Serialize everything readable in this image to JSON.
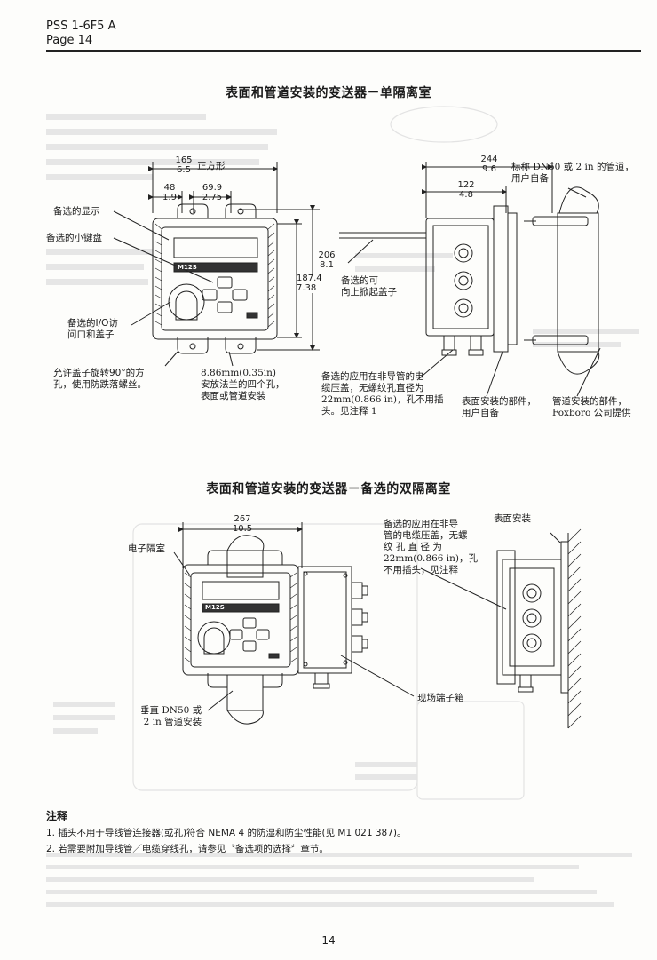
{
  "header": {
    "doc_id": "PSS 1-6F5 A",
    "page_label": "Page 14"
  },
  "section1": {
    "title": "表面和管道安装的变送器－单隔离室",
    "dims": {
      "d165": "165",
      "d6_5": "6.5",
      "square": "正方形",
      "d48": "48",
      "d1_9": "1.9",
      "d69_9": "69.9",
      "d2_75": "2.75",
      "d206": "206",
      "d8_1": "8.1",
      "d187_4": "187.4",
      "d7_38": "7.38",
      "d244": "244",
      "d9_6": "9.6",
      "d122": "122",
      "d4_8": "4.8"
    },
    "labels": {
      "display": "备选的显示",
      "keypad": "备选的小键盘",
      "io": "备选的I/O访\n问口和盖子",
      "rotate": "允许盖子旋转90°的方\n孔，使用防跌落螺丝。",
      "holes": "8.86mm(0.35in)\n安放法兰的四个孔，\n表面或管道安装",
      "lift": "备选的可\n向上掀起盖子",
      "gland": "备选的应用在非导管的电\n缆压盖，无螺纹孔直径为\n22mm(0.866 in)，孔不用插\n头。见注释 1",
      "pipe": "标称 DN50 或 2 in 的管道，\n用户自备",
      "surface_parts": "表面安装的部件，\n用户自备",
      "pipe_parts": "管道安装的部件，\nFoxboro 公司提供",
      "model": "M12S"
    }
  },
  "section2": {
    "title": "表面和管道安装的变送器－备选的双隔离室",
    "dims": {
      "d267": "267",
      "d10_5": "10.5"
    },
    "labels": {
      "electronics": "电子隔室",
      "vertical": "垂直 DN50 或\n2 in 管道安装",
      "terminal": "现场端子箱",
      "gland2": "备选的应用在非导\n管的电缆压盖，无螺\n纹 孔 直 径 为\n22mm(0.866 in)，孔\n不用插头，见注释",
      "surface": "表面安装",
      "model": "M12S"
    }
  },
  "notes": {
    "title": "注释",
    "items": [
      "1. 插头不用于导线管连接器(或孔)符合 NEMA 4 的防湿和防尘性能(见 M1 021 387)。",
      "2. 若需要附加导线管／电缆穿线孔，请参见〝备选项的选择〞章节。"
    ]
  },
  "footer": {
    "page_number": "14"
  }
}
